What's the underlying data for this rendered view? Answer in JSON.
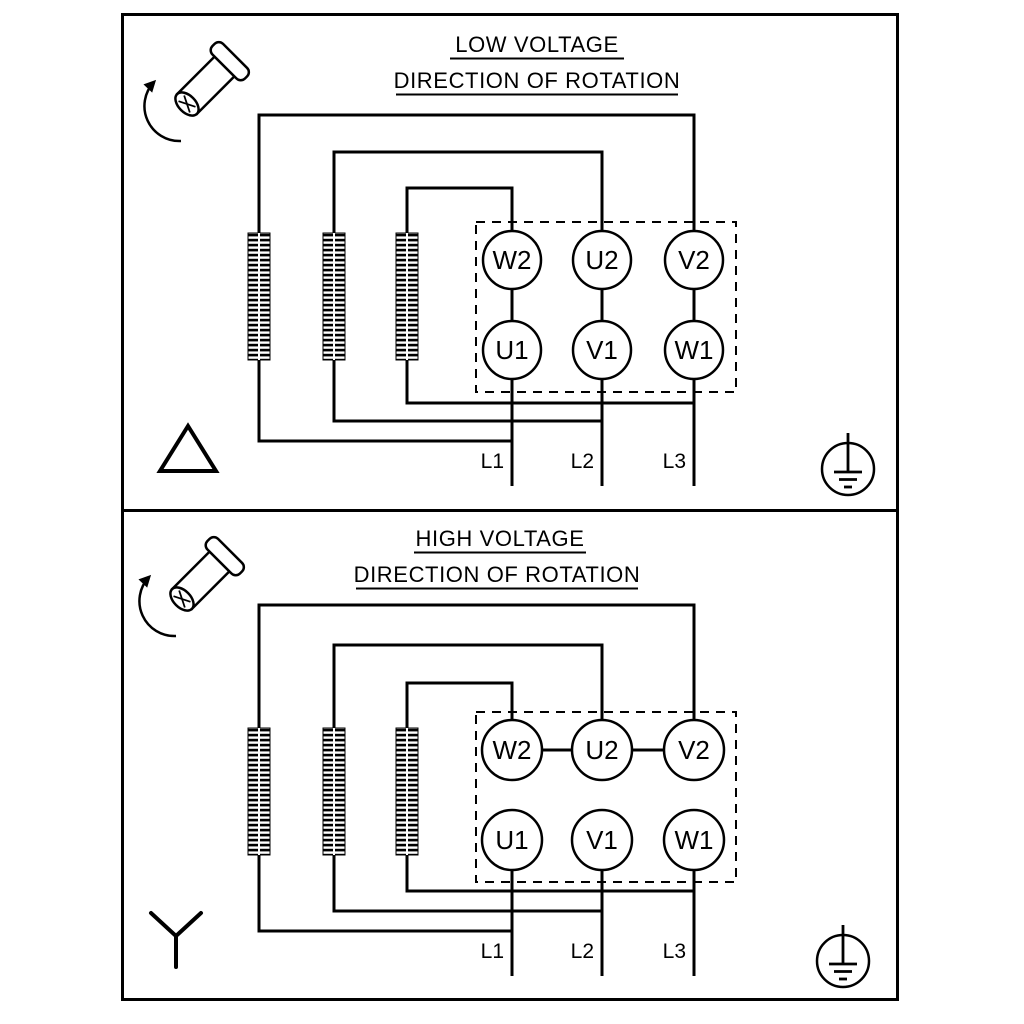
{
  "colors": {
    "ink": "#000000",
    "background": "#ffffff"
  },
  "panels": [
    {
      "name": "low-voltage",
      "title": "LOW VOLTAGE",
      "subtitle": "DIRECTION OF ROTATION",
      "connection": "delta",
      "terminals_top": [
        "W2",
        "U2",
        "V2"
      ],
      "terminals_bottom": [
        "U1",
        "V1",
        "W1"
      ],
      "line_labels": [
        "L1",
        "L2",
        "L3"
      ],
      "icons": [
        "rotation-direction-icon",
        "delta-symbol",
        "earth-ground-icon"
      ]
    },
    {
      "name": "high-voltage",
      "title": "HIGH VOLTAGE",
      "subtitle": "DIRECTION OF ROTATION",
      "connection": "star",
      "terminals_top": [
        "W2",
        "U2",
        "V2"
      ],
      "terminals_bottom": [
        "U1",
        "V1",
        "W1"
      ],
      "line_labels": [
        "L1",
        "L2",
        "L3"
      ],
      "icons": [
        "rotation-direction-icon",
        "wye-symbol",
        "earth-ground-icon"
      ]
    }
  ]
}
